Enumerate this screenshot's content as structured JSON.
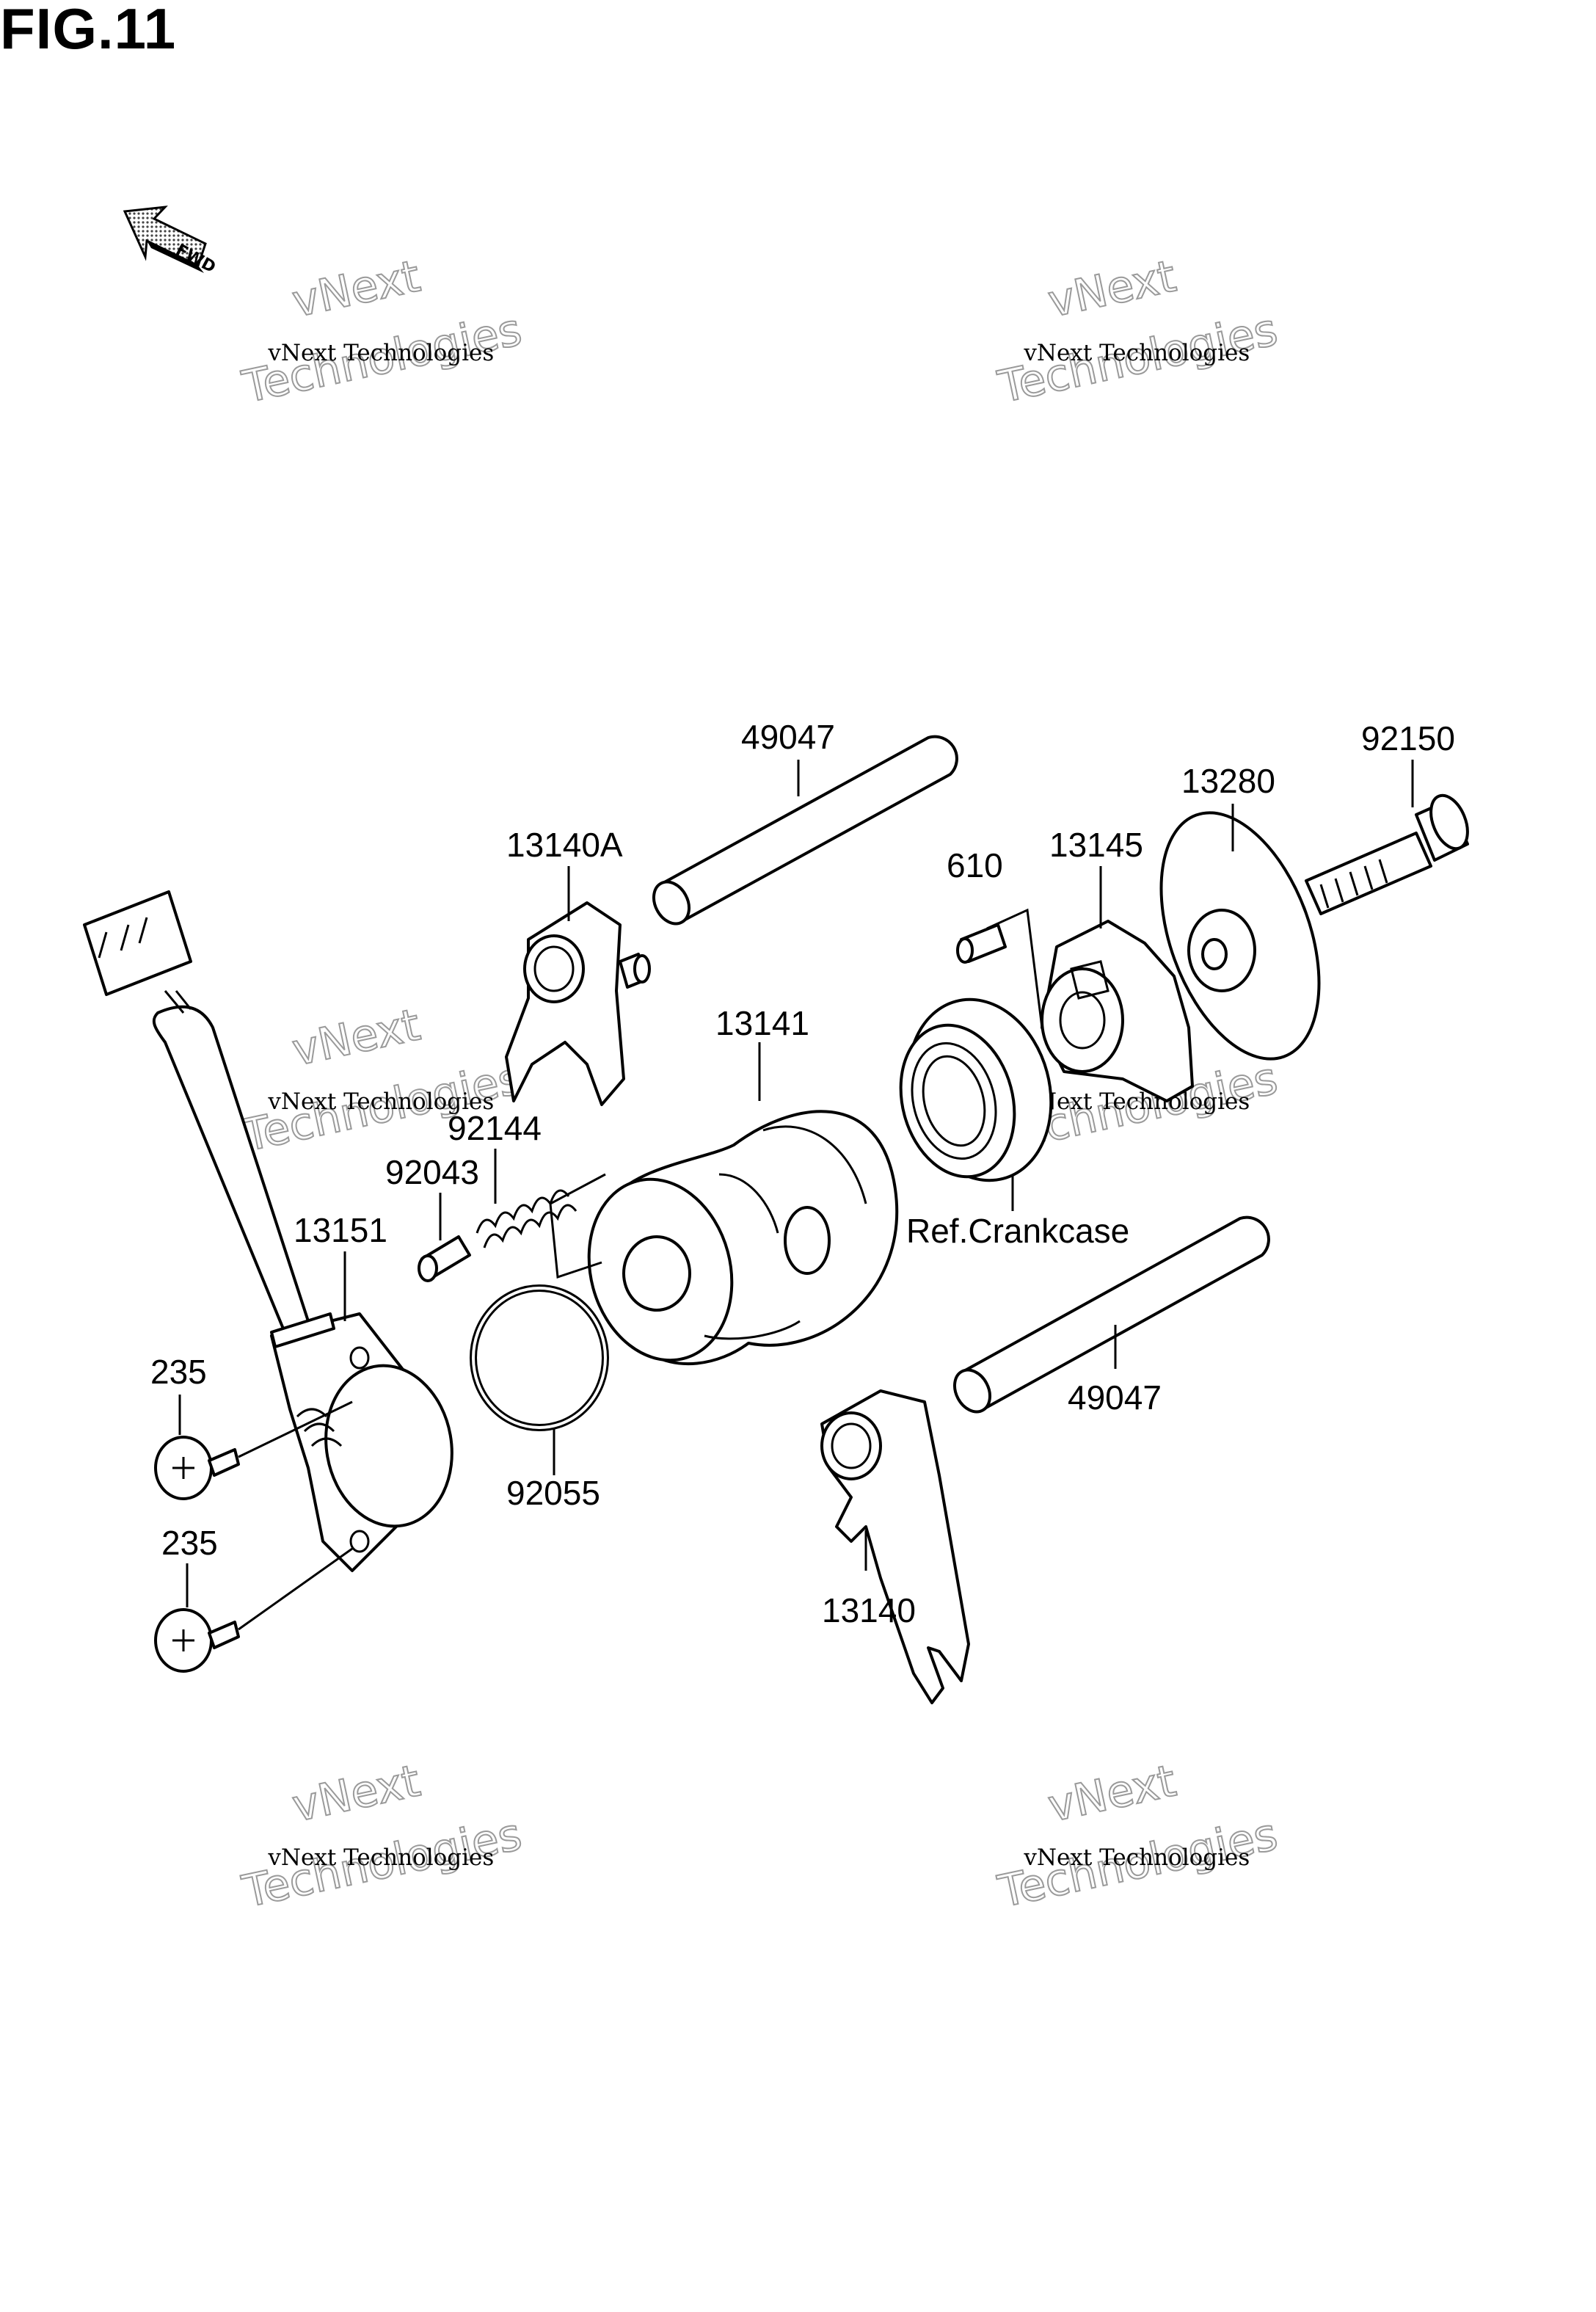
{
  "figure": {
    "title": "FIG.11"
  },
  "fwd_badge": {
    "text": "FWD"
  },
  "labels": {
    "p49047_top": "49047",
    "p92150": "92150",
    "p13280": "13280",
    "p13140A": "13140A",
    "p610": "610",
    "p13145": "13145",
    "p13141": "13141",
    "p92144": "92144",
    "p92043": "92043",
    "p13151": "13151",
    "ref_crankcase": "Ref.Crankcase",
    "p235_a": "235",
    "p235_b": "235",
    "p49047_bottom": "49047",
    "p92055": "92055",
    "p13140": "13140"
  },
  "watermark": {
    "line1": "vNext",
    "line2": "vNext Technologies",
    "line3": "Technologies"
  }
}
